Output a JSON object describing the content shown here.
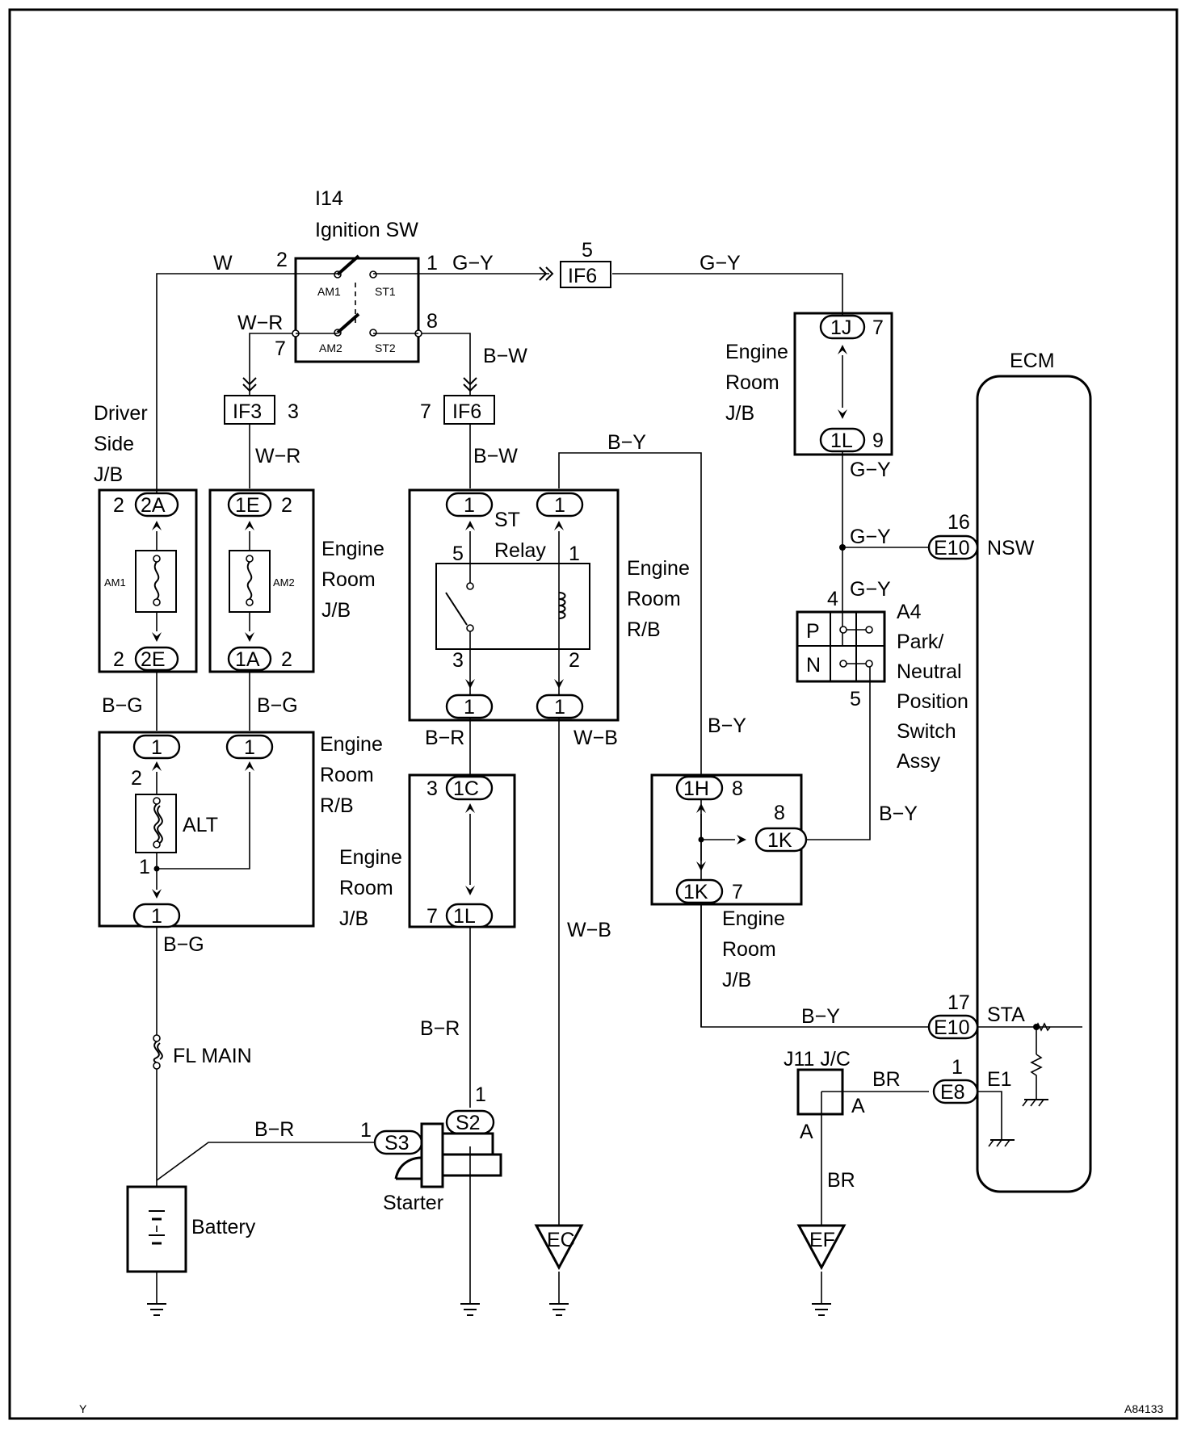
{
  "diagram": {
    "footer_left": "Y",
    "footer_right": "A84133",
    "ignition_sw": {
      "code": "I14",
      "name": "Ignition SW",
      "contacts": [
        "AM1",
        "ST1",
        "AM2",
        "ST2"
      ],
      "pins": {
        "p2": "2",
        "p1": "1",
        "p7": "7",
        "p8": "8"
      }
    },
    "ecm": {
      "title": "ECM",
      "terminals": {
        "nsw": "NSW",
        "sta": "STA",
        "e1": "E1"
      },
      "connectors": [
        {
          "pin": "16",
          "conn": "E10"
        },
        {
          "pin": "17",
          "conn": "E10"
        },
        {
          "pin": "1",
          "conn": "E8"
        }
      ]
    },
    "wires": {
      "w": "W",
      "wr_top": "W−R",
      "gy_top_left": "G−Y",
      "gy_top_right": "G−Y",
      "bw_top": "B−W",
      "wr_mid": "W−R",
      "bw_mid": "B−W",
      "by_top": "B−Y",
      "gy_1": "G−Y",
      "gy_2": "G−Y",
      "gy_3": "G−Y",
      "bg_left": "B−G",
      "bg_mid": "B−G",
      "bg_alt": "B−G",
      "br_relay": "B−R",
      "wb_relay": "W−B",
      "by_mid": "B−Y",
      "by_right": "B−Y",
      "wb_low": "W−B",
      "br_low": "B−R",
      "by_low": "B−Y",
      "br_bat": "B−R",
      "br_jc": "BR",
      "br_jc_down": "BR"
    },
    "inline_connectors": [
      {
        "id": "IF6",
        "pin": "5"
      },
      {
        "id": "IF3",
        "pin": "3"
      },
      {
        "id": "IF6",
        "pin": "7"
      }
    ],
    "driver_jb": {
      "label": [
        "Driver",
        "Side",
        "J/B"
      ],
      "fuse": "AM1",
      "top": {
        "pin": "2",
        "conn": "2A"
      },
      "bottom": {
        "pin": "2",
        "conn": "2E"
      }
    },
    "engine_jb_am2": {
      "label": [
        "Engine",
        "Room",
        "J/B"
      ],
      "fuse": "AM2",
      "top": {
        "pin": "2",
        "conn": "1E"
      },
      "bottom": {
        "pin": "2",
        "conn": "1A"
      }
    },
    "st_relay": {
      "name": [
        "ST",
        "Relay"
      ],
      "box_label": [
        "Engine",
        "Room",
        "R/B"
      ],
      "top_left": "1",
      "top_right": "1",
      "bottom_left": "1",
      "bottom_right": "1",
      "pins": {
        "p5": "5",
        "p1": "1",
        "p3": "3",
        "p2": "2"
      }
    },
    "engine_jb_top": {
      "label": [
        "Engine",
        "Room",
        "J/B"
      ],
      "top": {
        "pin": "7",
        "conn": "1J"
      },
      "bottom": {
        "pin": "9",
        "conn": "1L"
      }
    },
    "park_neutral": {
      "code": "A4",
      "name": [
        "Park/",
        "Neutral",
        "Position",
        "Switch",
        "Assy"
      ],
      "positions": [
        "P",
        "N"
      ],
      "pins": {
        "p4": "4",
        "p5": "5"
      }
    },
    "alt_rb": {
      "label": [
        "Engine",
        "Room",
        "R/B"
      ],
      "fuse": "ALT",
      "top_left": "1",
      "top_right": "1",
      "bottom": "1",
      "pins": {
        "p2": "2",
        "p1": "1"
      }
    },
    "engine_jb_1c": {
      "label": [
        "Engine",
        "Room",
        "J/B"
      ],
      "top": {
        "pin": "3",
        "conn": "1C"
      },
      "bottom": {
        "pin": "7",
        "conn": "1L"
      }
    },
    "engine_jb_1h": {
      "label": [
        "Engine",
        "Room",
        "J/B"
      ],
      "top": {
        "pin": "8",
        "conn": "1H"
      },
      "side": {
        "pin": "8",
        "conn": "1K"
      },
      "bottom": {
        "pin": "7",
        "conn": "1K"
      }
    },
    "fl_main": "FL MAIN",
    "battery": "Battery",
    "starter": {
      "name": "Starter",
      "s2": {
        "pin": "1",
        "conn": "S2"
      },
      "s3": {
        "pin": "1",
        "conn": "S3"
      }
    },
    "jc": {
      "name": "J11 J/C",
      "a_right": "A",
      "a_bottom": "A"
    },
    "grounds": {
      "ec": "EC",
      "ef": "EF"
    }
  }
}
